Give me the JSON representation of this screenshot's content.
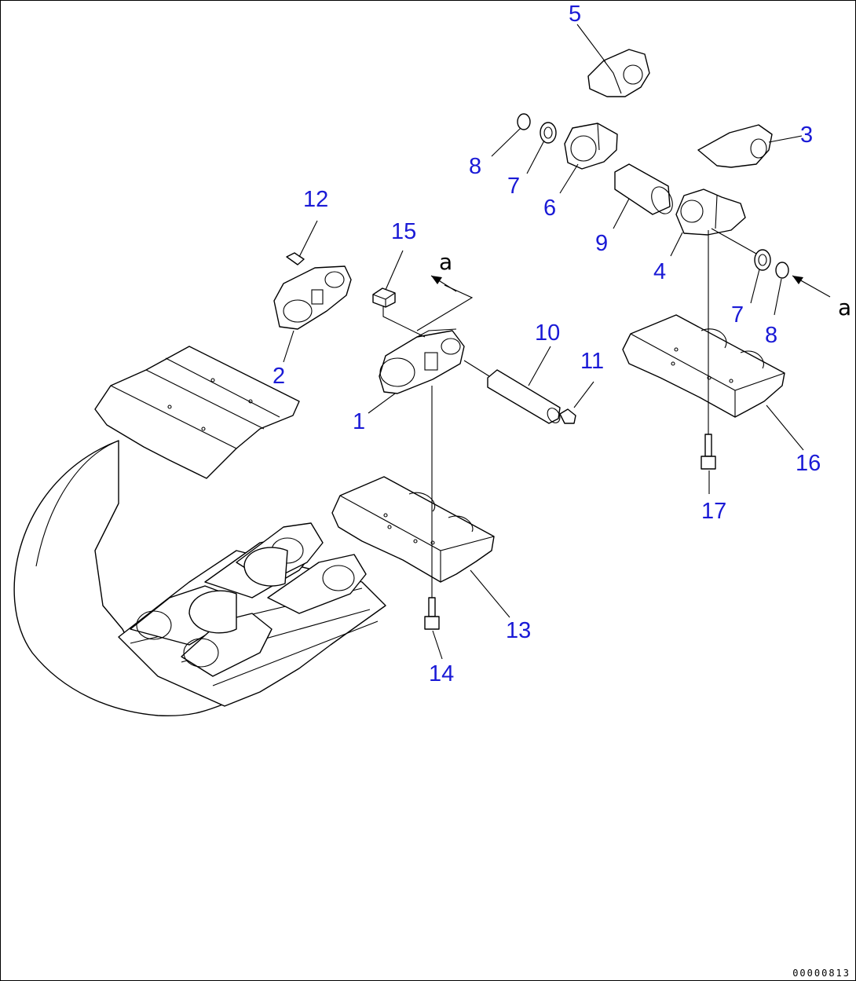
{
  "figure": {
    "drawing_number": "00000813",
    "colors": {
      "callout": "#1a1ad6",
      "line": "#000000",
      "background": "#ffffff"
    }
  },
  "callouts": {
    "c1": "1",
    "c2": "2",
    "c3": "3",
    "c4": "4",
    "c5": "5",
    "c6": "6",
    "c7a": "7",
    "c7b": "7",
    "c8a": "8",
    "c8b": "8",
    "c9": "9",
    "c10": "10",
    "c11": "11",
    "c12": "12",
    "c13": "13",
    "c14": "14",
    "c15": "15",
    "c16": "16",
    "c17": "17"
  },
  "references": {
    "a_upper": "a",
    "a_right": "a"
  }
}
